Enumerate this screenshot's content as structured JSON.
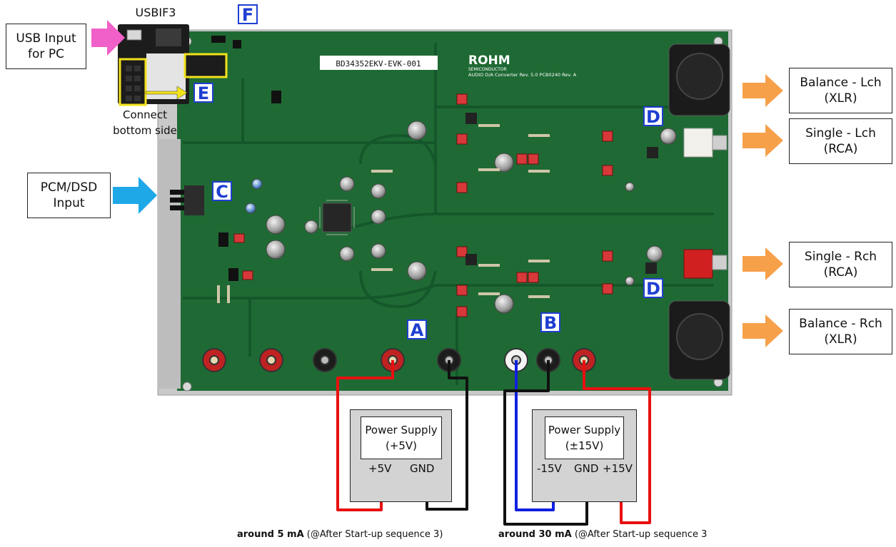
{
  "usbif": {
    "title": "USBIF3",
    "connect_line1": "Connect",
    "connect_line2": "bottom side"
  },
  "pcb": {
    "part_label": "BD34352EKV-EVK-001",
    "brand": "ROHM",
    "brand_sub": "SEMICONDUCTOR",
    "board_desc": "AUDIO D/A Converter Rev. 5.0 PCB0240 Rev. A"
  },
  "inputs": {
    "usb": {
      "line1": "USB Input",
      "line2": "for PC"
    },
    "pcm": {
      "line1": "PCM/DSD",
      "line2": "Input"
    }
  },
  "outputs": [
    {
      "line1": "Balance - Lch",
      "line2": "(XLR)"
    },
    {
      "line1": "Single - Lch",
      "line2": "(RCA)"
    },
    {
      "line1": "Single - Rch",
      "line2": "(RCA)"
    },
    {
      "line1": "Balance - Rch",
      "line2": "(XLR)"
    }
  ],
  "tags": {
    "a": "A",
    "b": "B",
    "c": "C",
    "d1": "D",
    "d2": "D",
    "e": "E",
    "f": "F"
  },
  "psu1": {
    "title": "Power Supply",
    "voltage": "(+5V)",
    "t1": "+5V",
    "t2": "GND"
  },
  "psu2": {
    "title": "Power Supply",
    "voltage": "(±15V)",
    "t1": "-15V",
    "t2": "GND",
    "t3": "+15V"
  },
  "notes": {
    "n1_bold": "around 5 mA",
    "n1_rest": " (@After Start-up sequence 3)",
    "n2_bold": "around 30 mA",
    "n2_rest": " (@After Start-up sequence 3"
  },
  "colors": {
    "board": "#1f6a34",
    "frame": "#c9c9c9",
    "arrow_in_usb": "#f060c8",
    "arrow_in_pcm": "#1fa8e8",
    "arrow_out": "#f7a04a",
    "wire_pos": "#e81010",
    "wire_neg": "#1020e0",
    "wire_gnd": "#111111",
    "tag": "#1f3fd1"
  }
}
